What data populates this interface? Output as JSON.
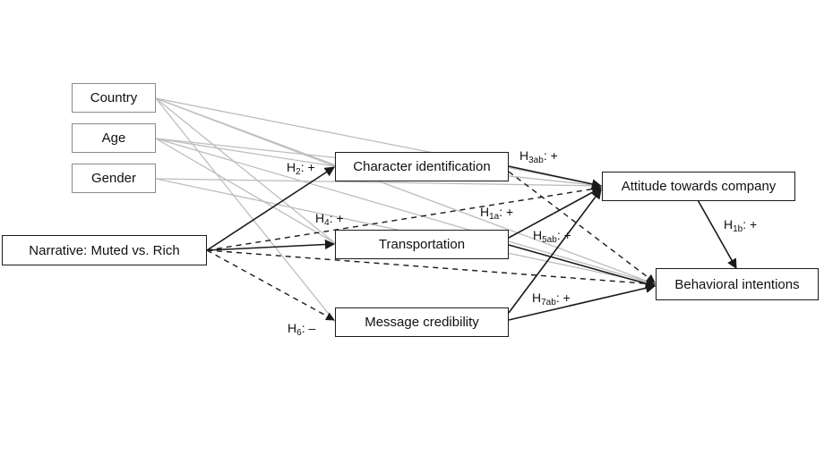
{
  "nodes": {
    "country": "Country",
    "age": "Age",
    "gender": "Gender",
    "narrative": "Narrative: Muted vs. Rich",
    "character_identification": "Character identification",
    "transportation": "Transportation",
    "message_credibility": "Message credibility",
    "attitude": "Attitude towards company",
    "behavioral": "Behavioral intentions"
  },
  "labels": {
    "h2": {
      "main": "H",
      "sub": "2",
      "sign": ": +"
    },
    "h4": {
      "main": "H",
      "sub": "4",
      "sign": ": +"
    },
    "h6": {
      "main": "H",
      "sub": "6",
      "sign": ": –"
    },
    "h3ab": {
      "main": "H",
      "sub": "3ab",
      "sign": ": +"
    },
    "h1a": {
      "main": "H",
      "sub": "1a",
      "sign": ": +"
    },
    "h5ab": {
      "main": "H",
      "sub": "5ab",
      "sign": ": +"
    },
    "h7ab": {
      "main": "H",
      "sub": "7ab",
      "sign": ": +"
    },
    "h1b": {
      "main": "H",
      "sub": "1b",
      "sign": ": +"
    }
  },
  "colors": {
    "control_line": "#bdbdbd",
    "path_line": "#1a1a1a",
    "control_border": "#8a8a8a"
  }
}
